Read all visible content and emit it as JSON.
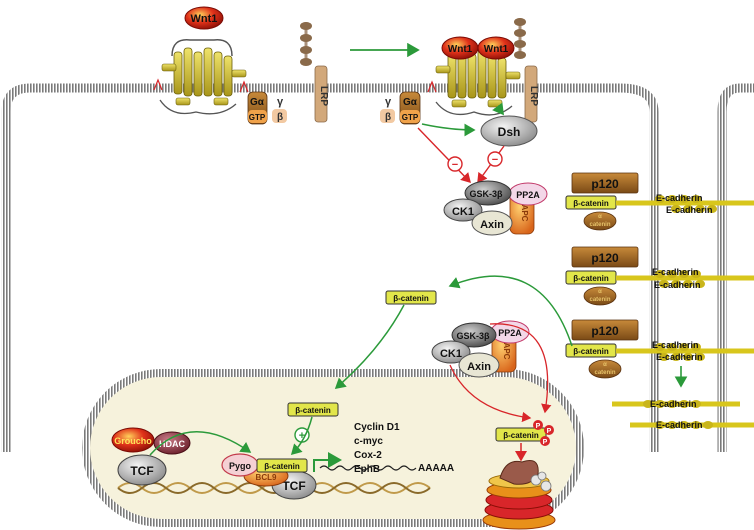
{
  "colors": {
    "membrane": "#777777",
    "nucleus_fill": "#f6f2dc",
    "receptor": "#c9c32a",
    "bcatenin_fill": "#e2e64a",
    "wnt_fill": "#d9230f",
    "ecad": "#d8c61c",
    "p120": "#b3762a",
    "arrow_green": "#2b9a3a",
    "arrow_red": "#d8262a"
  },
  "labels": {
    "wnt": "Wnt1",
    "lrp": "LRP",
    "g_alpha": "Gα",
    "gamma": "γ",
    "beta": "β",
    "gtp": "GTP",
    "dsh": "Dsh",
    "gsk": "GSK-3β",
    "pp2a": "PP2A",
    "apc": "APC",
    "ck1": "CK1",
    "axin": "Axin",
    "p120": "p120",
    "bcatenin": "β-catenin",
    "acatenin_a": "α",
    "acatenin_b": "catenin",
    "ecadherin": "E-cadherin",
    "groucho": "Groucho",
    "hdac": "HDAC",
    "tcf": "TCF",
    "pygo": "Pygo",
    "bcl9": "BCL9",
    "phospho": "P",
    "plus": "+",
    "minus": "−",
    "polyA": "AAAAA"
  },
  "target_genes": [
    "Cyclin D1",
    "c-myc",
    "Cox-2",
    "EphB"
  ]
}
